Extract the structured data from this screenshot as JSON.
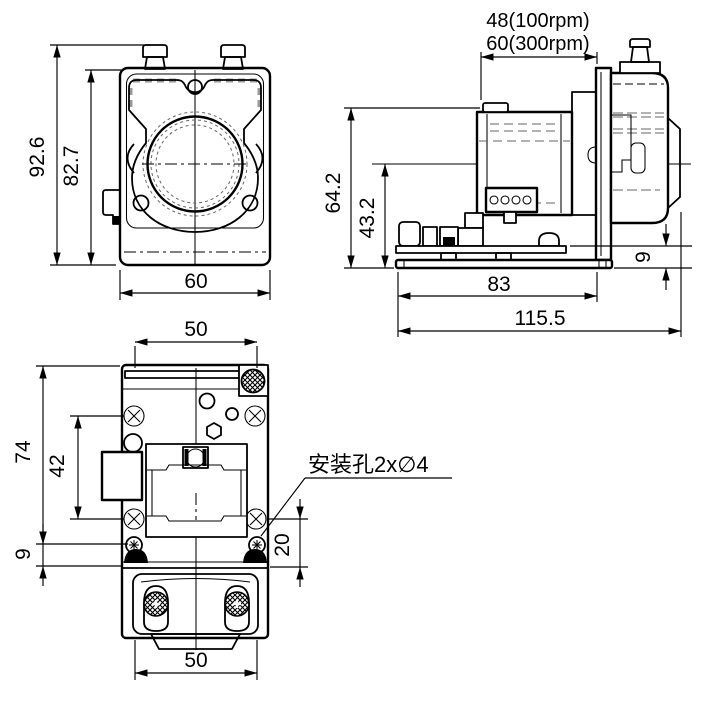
{
  "drawing": {
    "dims": {
      "front_height_outer": "92.6",
      "front_height_inner": "82.7",
      "front_width": "60",
      "side_depth_rpm100": "48(100rpm)",
      "side_depth_rpm300": "60(300rpm)",
      "side_height_top": "64.2",
      "side_height_axis": "43.2",
      "side_base_length": "83",
      "side_total_length": "115.5",
      "side_base_height": "9",
      "bottom_width_top": "50",
      "bottom_height": "74",
      "bottom_hole_span": "42",
      "bottom_edge_offset": "9",
      "bottom_hole_offset": "20",
      "bottom_width_foot": "50",
      "mounting_note": "安装孔2x∅4"
    }
  }
}
